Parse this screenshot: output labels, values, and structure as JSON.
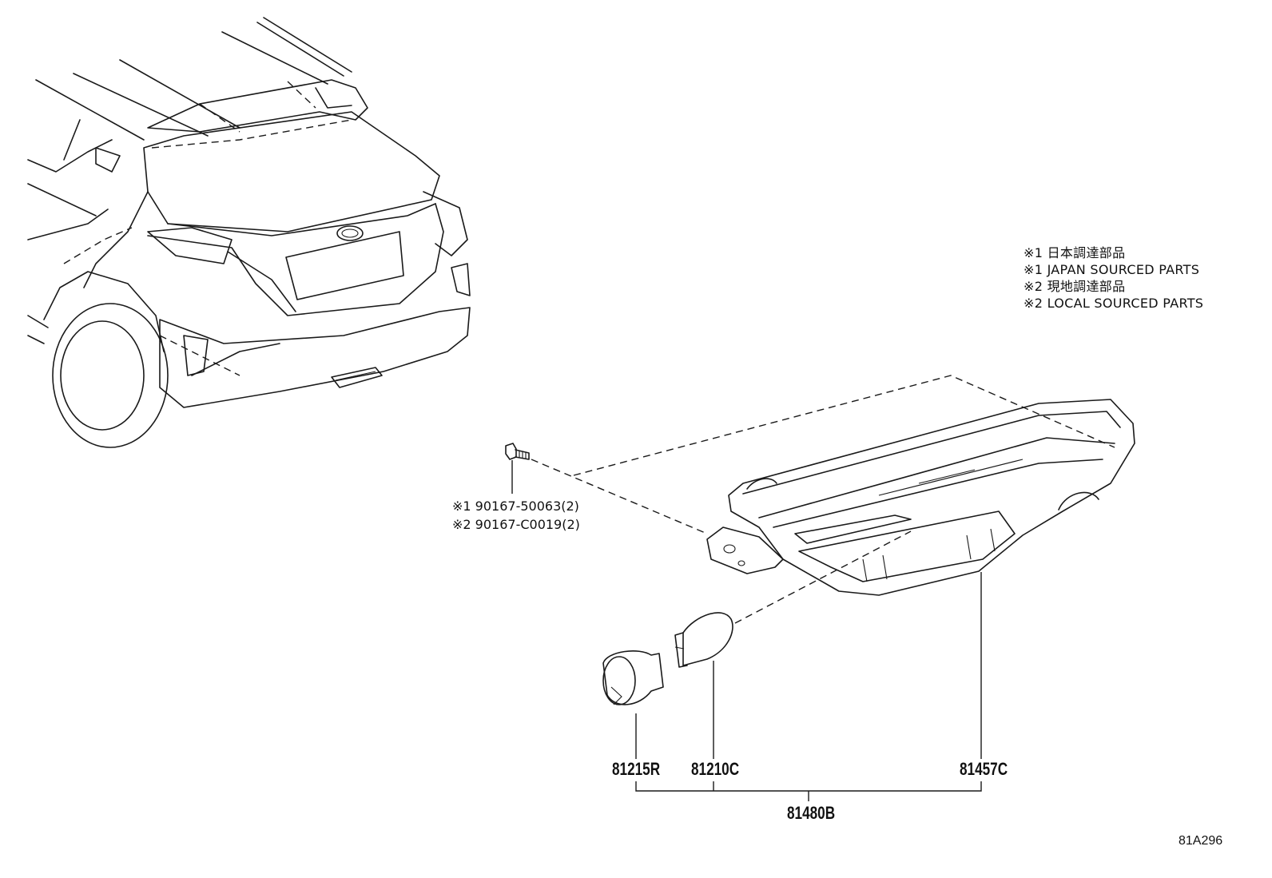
{
  "notes": [
    "※1 日本調達部品",
    "※1 JAPAN SOURCED PARTS",
    "※2 現地調達部品",
    "※2 LOCAL SOURCED PARTS"
  ],
  "bolt_callouts": [
    "※1 90167-50063(2)",
    "※2 90167-C0019(2)"
  ],
  "part_numbers": {
    "socket": "81215R",
    "bulb": "81210C",
    "lens": "81457C",
    "assembly": "81480B"
  },
  "figure_code": "81A296"
}
